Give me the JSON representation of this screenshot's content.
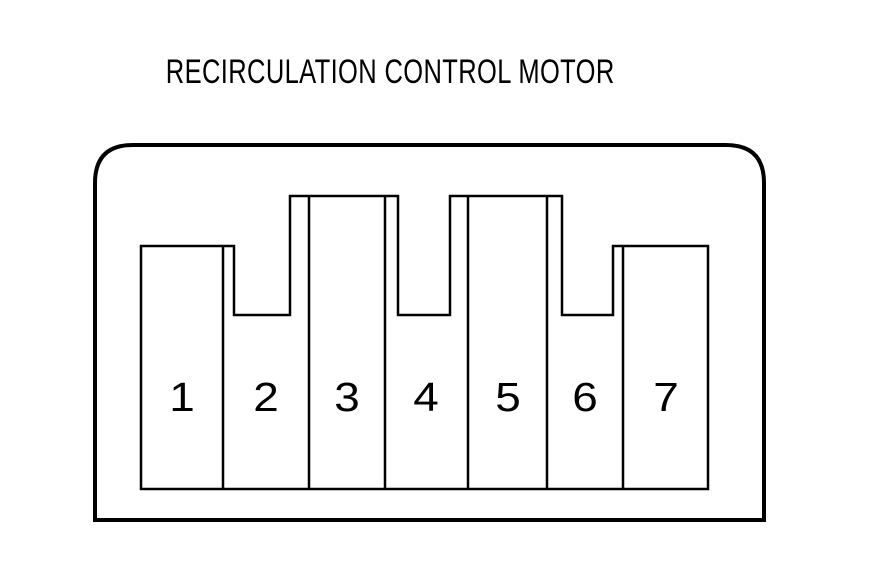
{
  "title": "RECIRCULATION CONTROL MOTOR",
  "connector": {
    "pins": [
      "1",
      "2",
      "3",
      "4",
      "5",
      "6",
      "7"
    ],
    "pin_count": 7,
    "line_color": "#000000",
    "text_color": "#000000",
    "background_color": "#ffffff"
  }
}
